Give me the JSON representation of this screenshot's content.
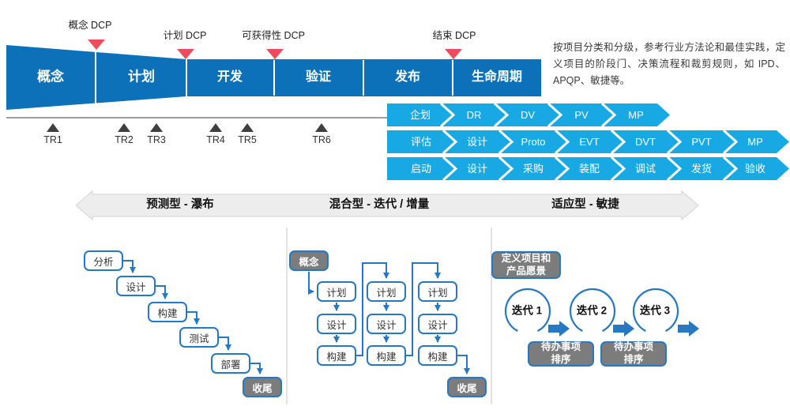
{
  "colors": {
    "phase_blue": "#0D71BA",
    "chevron_cyan": "#18A9E5",
    "dcp_red": "#EE4C5C",
    "tr_dark": "#3F3F3F",
    "box_border_blue": "#2778C2",
    "gray_box_fill": "#7C7C7C",
    "banner_gray": "#EDEDED"
  },
  "top": {
    "dcp": [
      "概念 DCP",
      "计划 DCP",
      "可获得性 DCP",
      "结束 DCP"
    ],
    "phases": [
      "概念",
      "计划",
      "开发",
      "验证",
      "发布",
      "生命周期"
    ],
    "tr": [
      "TR1",
      "TR2",
      "TR3",
      "TR4",
      "TR5",
      "TR6"
    ],
    "description": "按项目分类和分级，参考行业方法论和最佳实践，定义项目的阶段门、决策流程和裁剪规则，如 IPD、APQP、敏捷等。",
    "chevrons": [
      [
        "企划",
        "DR",
        "DV",
        "PV",
        "MP"
      ],
      [
        "评估",
        "设计",
        "Proto",
        "EVT",
        "DVT",
        "PVT",
        "MP"
      ],
      [
        "启动",
        "设计",
        "采购",
        "装配",
        "调试",
        "发货",
        "验收"
      ]
    ]
  },
  "sections": {
    "waterfall": {
      "title": "预测型 - 瀑布",
      "steps": [
        "分析",
        "设计",
        "构建",
        "测试",
        "部署",
        "收尾"
      ]
    },
    "hybrid": {
      "title": "混合型 - 迭代 / 增量",
      "start": "概念",
      "steps": [
        "计划",
        "设计",
        "构建"
      ],
      "end": "收尾"
    },
    "agile": {
      "title": "适应型 - 敏捷",
      "vision": [
        "定义项目和",
        "产品愿景"
      ],
      "iterations": [
        "迭代 1",
        "迭代 2",
        "迭代 3"
      ],
      "backlog": [
        "待办事项",
        "排序"
      ]
    }
  }
}
